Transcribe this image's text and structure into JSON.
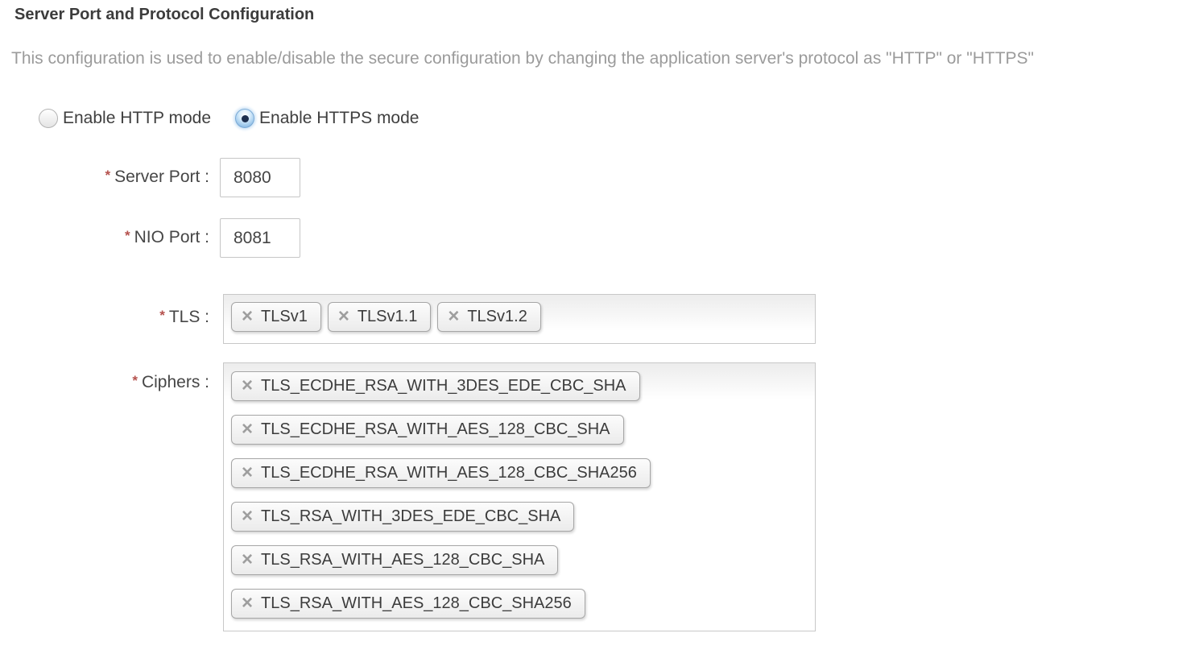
{
  "page": {
    "title": "Server Port and Protocol Configuration",
    "description": "This configuration is used to enable/disable the secure configuration by changing the application server's protocol as \"HTTP\" or \"HTTPS\""
  },
  "radio_group": {
    "options": [
      {
        "label": "Enable HTTP mode",
        "selected": false
      },
      {
        "label": "Enable HTTPS mode",
        "selected": true
      }
    ]
  },
  "fields": {
    "server_port": {
      "required_marker": "*",
      "label": "Server Port :",
      "value": "8080"
    },
    "nio_port": {
      "required_marker": "*",
      "label": "NIO Port :",
      "value": "8081"
    },
    "tls": {
      "required_marker": "*",
      "label": "TLS :",
      "tags": [
        "TLSv1",
        "TLSv1.1",
        "TLSv1.2"
      ]
    },
    "ciphers": {
      "required_marker": "*",
      "label": "Ciphers :",
      "tags": [
        "TLS_ECDHE_RSA_WITH_3DES_EDE_CBC_SHA",
        "TLS_ECDHE_RSA_WITH_AES_128_CBC_SHA",
        "TLS_ECDHE_RSA_WITH_AES_128_CBC_SHA256",
        "TLS_RSA_WITH_3DES_EDE_CBC_SHA",
        "TLS_RSA_WITH_AES_128_CBC_SHA",
        "TLS_RSA_WITH_AES_128_CBC_SHA256"
      ]
    }
  },
  "icons": {
    "remove_tag": "×"
  },
  "colors": {
    "title_text": "#3c3c3c",
    "description_text": "#9b9b9b",
    "required_marker": "#b5514d",
    "selected_radio_dot": "#1d2f4e",
    "tag_border": "#a6a6a6"
  }
}
